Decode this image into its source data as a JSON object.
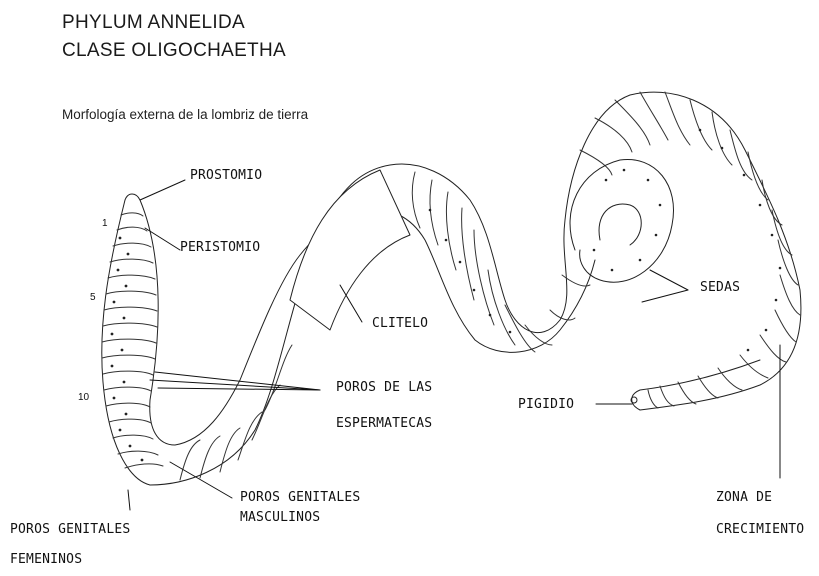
{
  "header": {
    "line1": "PHYLUM  ANNELIDA",
    "line2": "CLASE   OLIGOCHAETHA",
    "subtitle": "Morfología externa de la lombriz de tierra"
  },
  "segment_numbers": [
    "1",
    "5",
    "10"
  ],
  "labels": {
    "prostomio": "PROSTOMIO",
    "peristomio": "PERISTOMIO",
    "clitelo": "CLITELO",
    "sedas": "SEDAS",
    "poros_espermatecas_1": "POROS DE LAS",
    "poros_espermatecas_2": "ESPERMATECAS",
    "pigidio": "PIGIDIO",
    "poros_masculinos_1": "POROS GENITALES",
    "poros_masculinos_2": "MASCULINOS",
    "poros_femeninos_1": "POROS GENITALES",
    "poros_femeninos_2": "FEMENINOS",
    "zona_1": "ZONA DE",
    "zona_2": "CRECIMIENTO"
  }
}
